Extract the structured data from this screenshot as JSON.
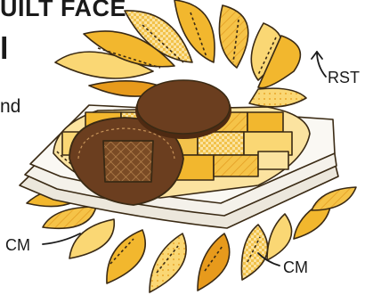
{
  "fragments": {
    "title": "UILT FACE",
    "side_big": "l",
    "side_small": "nd"
  },
  "labels": {
    "rst": "RST",
    "cm_left": "CM",
    "cm_right": "CM"
  },
  "colors": {
    "petal_gold": "#F2B72E",
    "petal_light": "#FAD774",
    "petal_pale": "#FDE9A6",
    "petal_deep": "#E79A1C",
    "center_brown": "#6B3E1F",
    "center_dark": "#4E2A12",
    "fabric_white": "#F4F1EA",
    "outline": "#3A2A14"
  }
}
